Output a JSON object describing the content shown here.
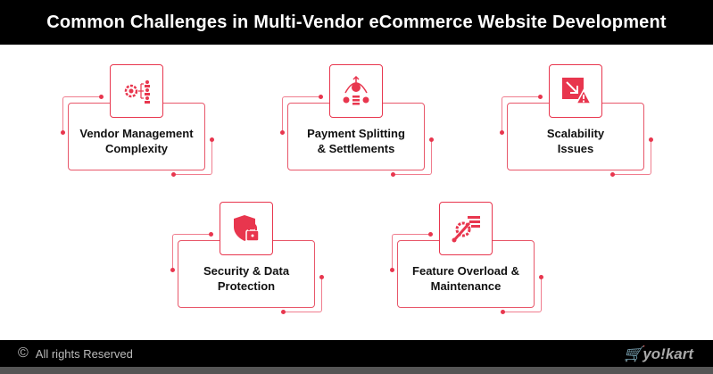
{
  "title": "Common Challenges in Multi-Vendor eCommerce Website Development",
  "accent": "#e8364e",
  "cards": [
    {
      "line1": "Vendor Management",
      "line2": "Complexity",
      "icon": "vendor-gear-users-icon"
    },
    {
      "line1": "Payment Splitting",
      "line2": "& Settlements",
      "icon": "payment-split-icon"
    },
    {
      "line1": "Scalability",
      "line2": "Issues",
      "icon": "scalability-warning-icon"
    },
    {
      "line1": "Security & Data",
      "line2": "Protection",
      "icon": "shield-lock-icon"
    },
    {
      "line1": "Feature Overload &",
      "line2": "Maintenance",
      "icon": "wrench-gear-icon"
    }
  ],
  "footer": {
    "copyright_symbol": "©",
    "text": "All rights Reserved",
    "logo": "yo!kart"
  }
}
